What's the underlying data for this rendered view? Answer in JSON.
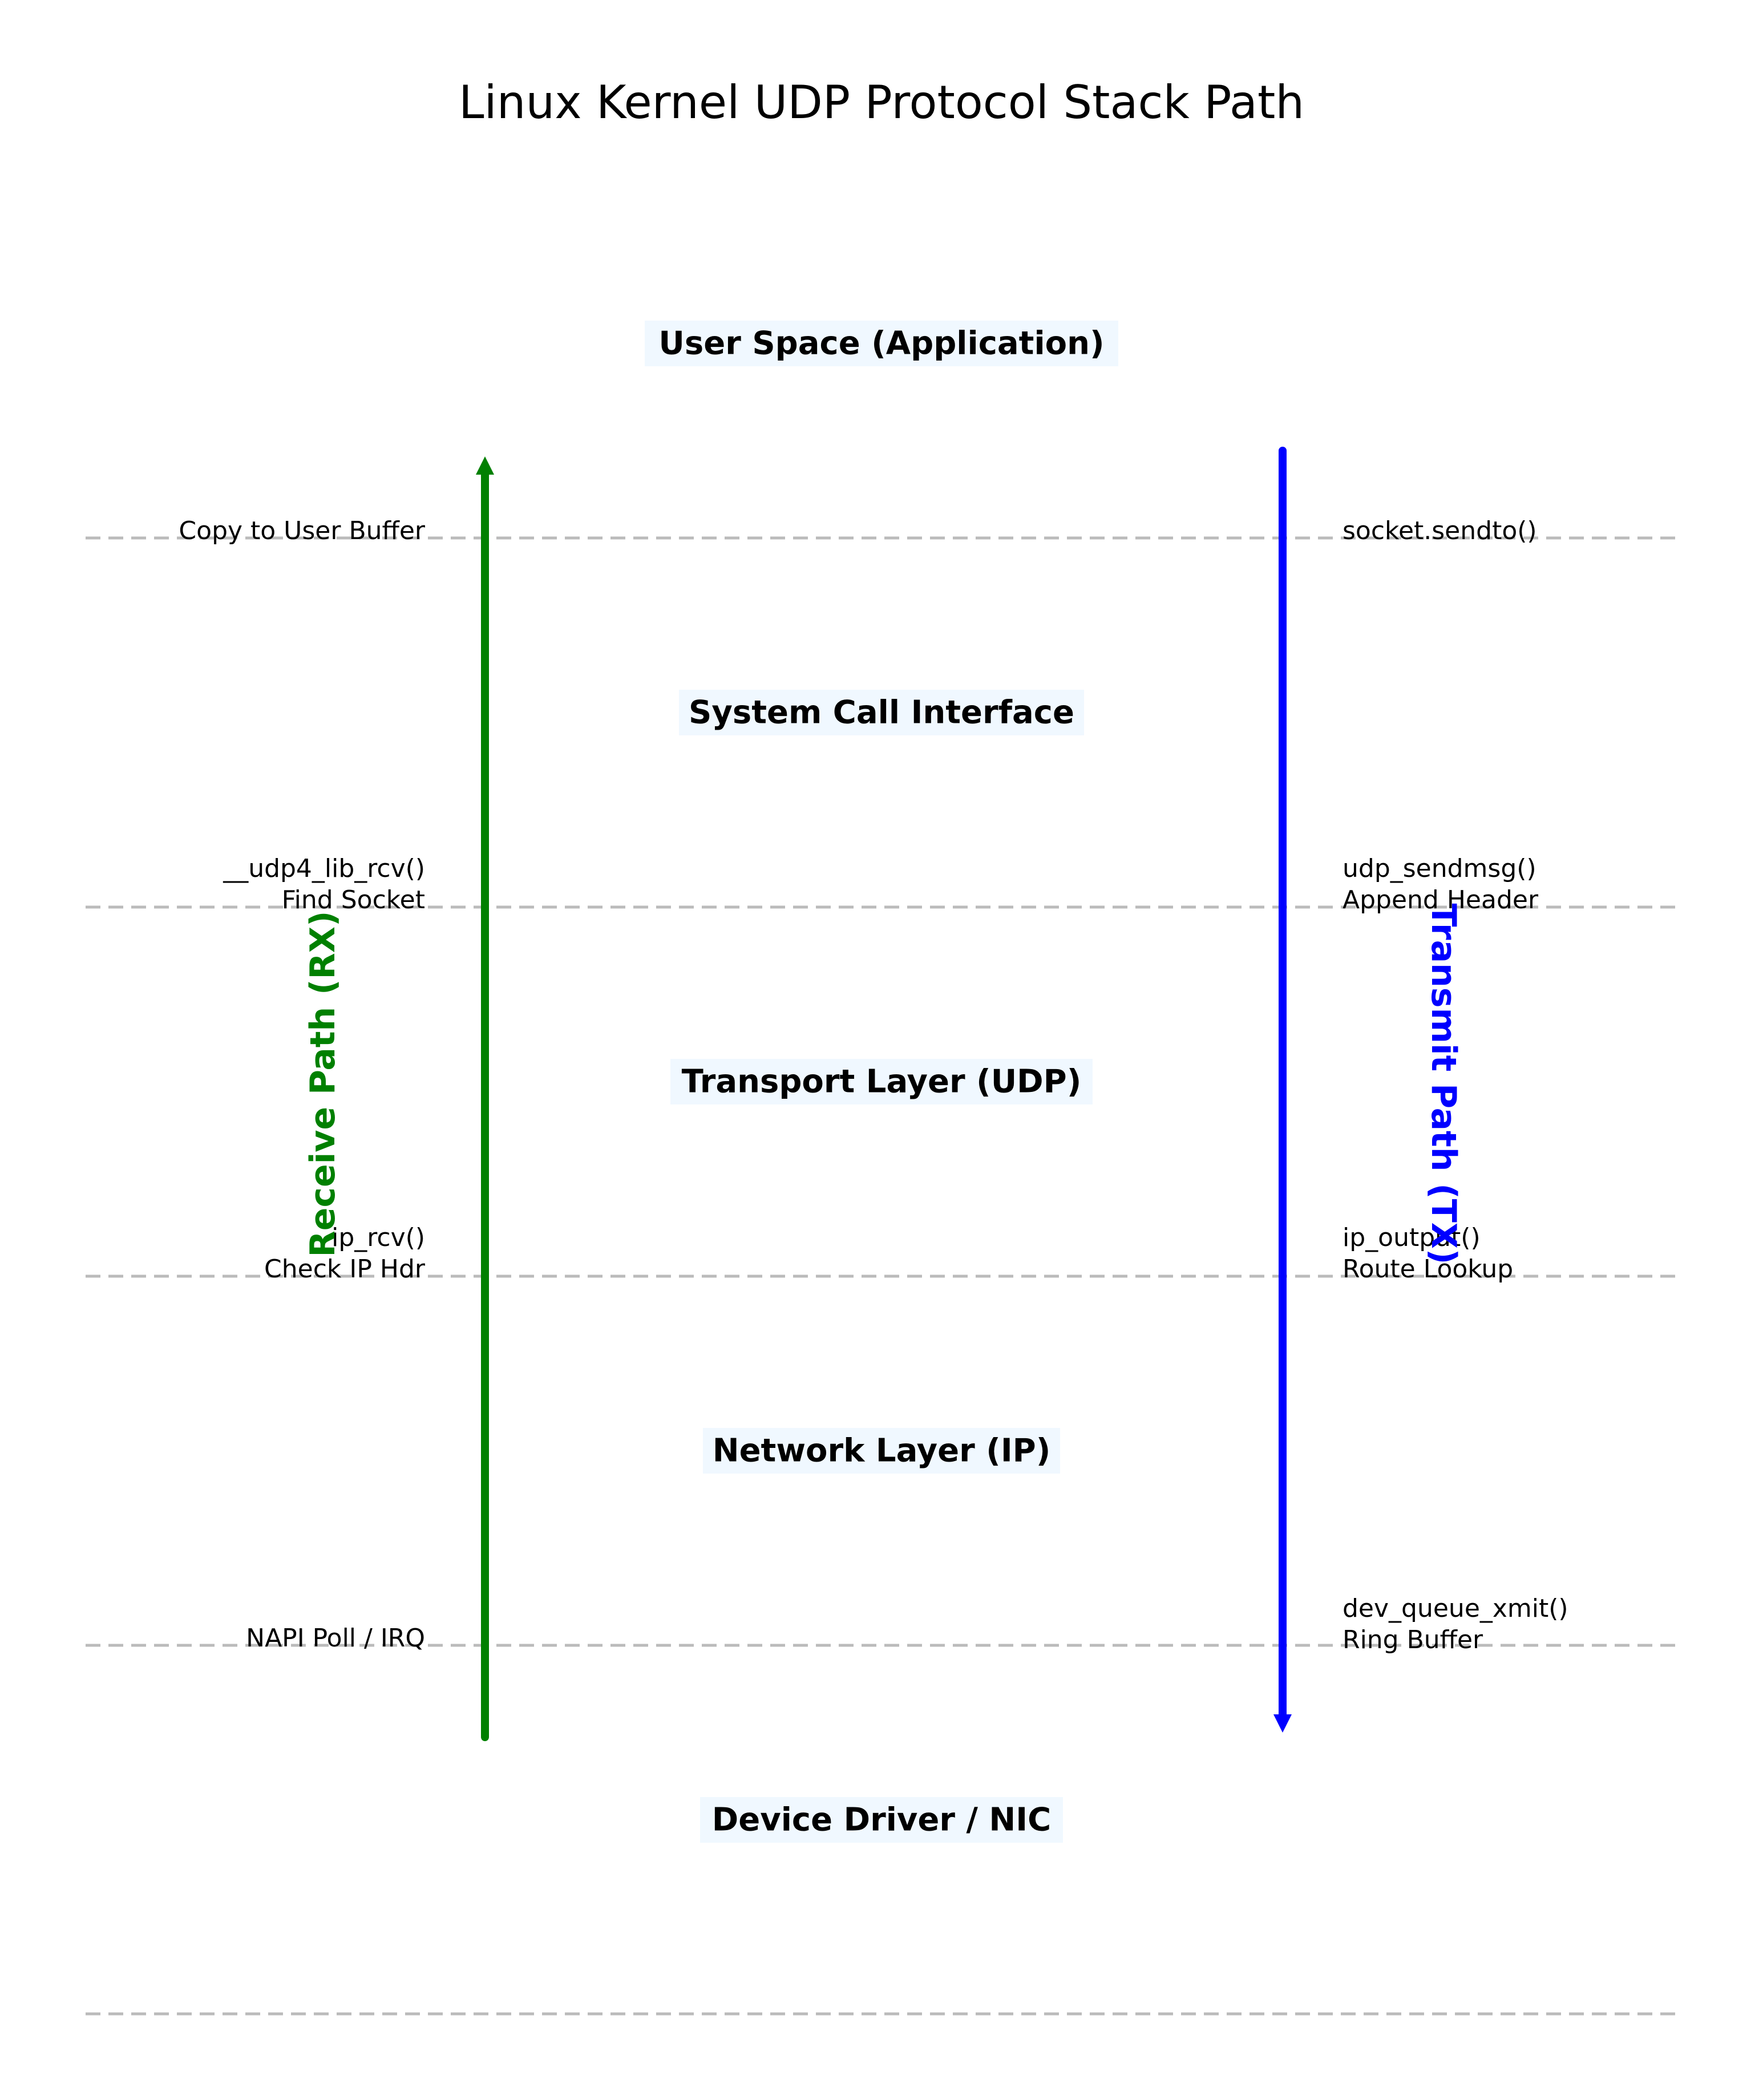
{
  "title": "Linux Kernel UDP Protocol Stack Path",
  "layers": [
    "User Space (Application)",
    "System Call Interface",
    "Transport Layer (UDP)",
    "Network Layer (IP)",
    "Device Driver / NIC"
  ],
  "rx": {
    "label": "Receive Path (RX)",
    "color": "#008000",
    "annotations": [
      [
        "Copy to User Buffer"
      ],
      [
        "__udp4_lib_rcv()",
        "Find Socket"
      ],
      [
        "ip_rcv()",
        "Check IP Hdr"
      ],
      [
        "NAPI Poll / IRQ"
      ]
    ]
  },
  "tx": {
    "label": "Transmit Path (TX)",
    "color": "#0000ff",
    "annotations": [
      [
        "socket.sendto()"
      ],
      [
        "udp_sendmsg()",
        "Append Header"
      ],
      [
        "ip_output()",
        "Route Lookup"
      ],
      [
        "dev_queue_xmit()",
        "Ring Buffer"
      ]
    ]
  },
  "colors": {
    "layer_label_bg": "#f0f8ff",
    "divider": "#bbbbbb",
    "text": "#000000"
  }
}
